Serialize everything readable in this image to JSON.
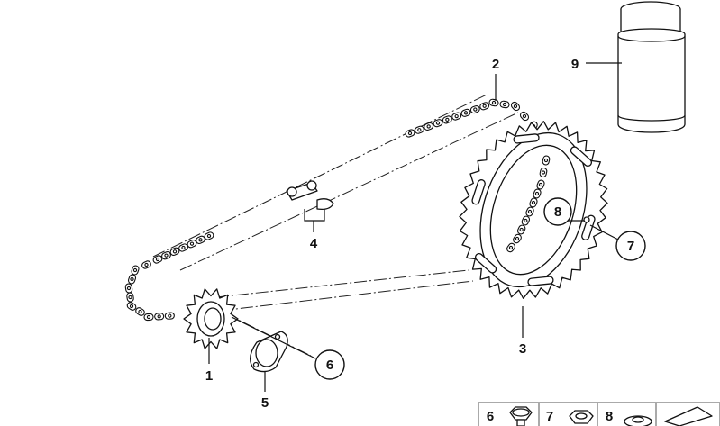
{
  "callouts": [
    {
      "label": "1",
      "part": "front-sprocket",
      "circled": false
    },
    {
      "label": "2",
      "part": "drive-chain",
      "circled": false
    },
    {
      "label": "3",
      "part": "rear-sprocket",
      "circled": false
    },
    {
      "label": "4",
      "part": "chain-master-link",
      "circled": false
    },
    {
      "label": "5",
      "part": "lock-washer",
      "circled": false
    },
    {
      "label": "6",
      "part": "screw",
      "circled": true
    },
    {
      "label": "7",
      "part": "nut",
      "circled": true
    },
    {
      "label": "8",
      "part": "washer",
      "circled": true
    },
    {
      "label": "9",
      "part": "chain-lubricant-can",
      "circled": false
    }
  ],
  "legend": [
    {
      "label": "6",
      "icon": "screw-icon"
    },
    {
      "label": "7",
      "icon": "nut-icon"
    },
    {
      "label": "8",
      "icon": "washer-icon"
    }
  ],
  "colors": {
    "line": "#111111",
    "background": "#ffffff"
  }
}
